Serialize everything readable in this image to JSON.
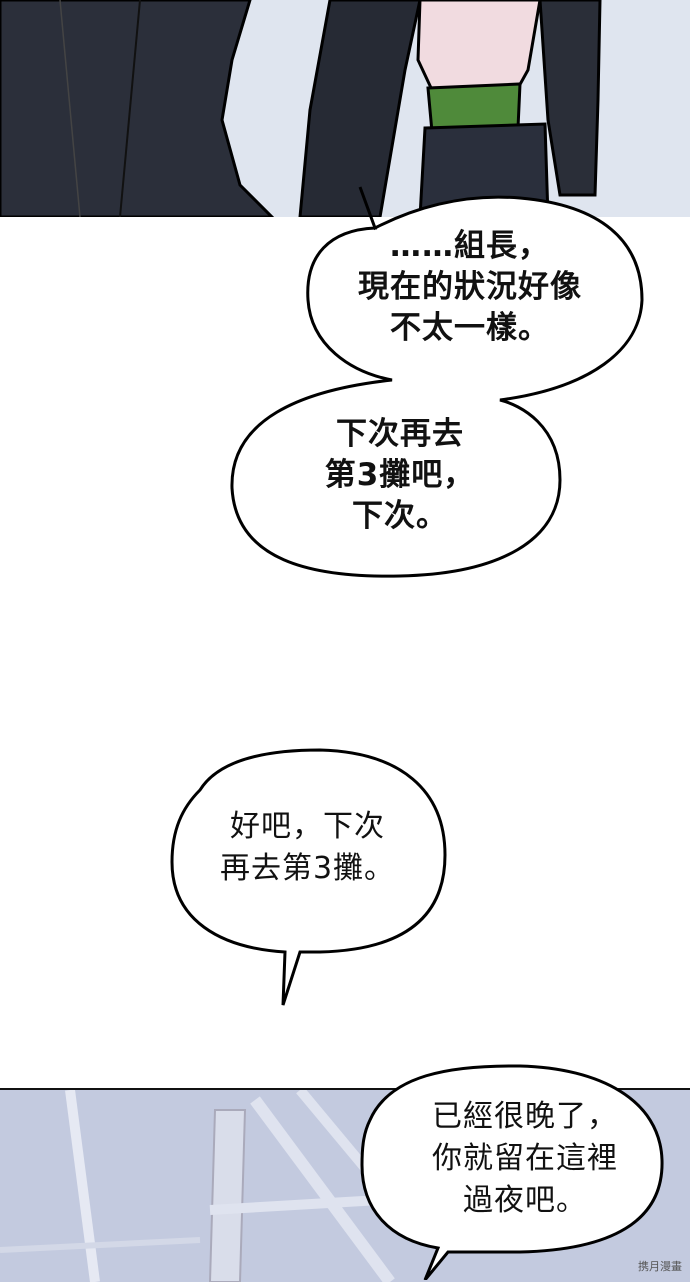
{
  "bubbles": [
    {
      "lines": [
        "……組長，",
        "現在的狀況好像",
        "不太一樣。"
      ]
    },
    {
      "lines": [
        "下次再去",
        "第3攤吧，",
        "下次。"
      ]
    },
    {
      "lines": [
        "好吧，下次",
        "再去第3攤。"
      ]
    },
    {
      "lines": [
        "已經很晚了，",
        "你就留在這裡",
        "過夜吧。"
      ]
    }
  ],
  "watermark": "携月漫畫"
}
